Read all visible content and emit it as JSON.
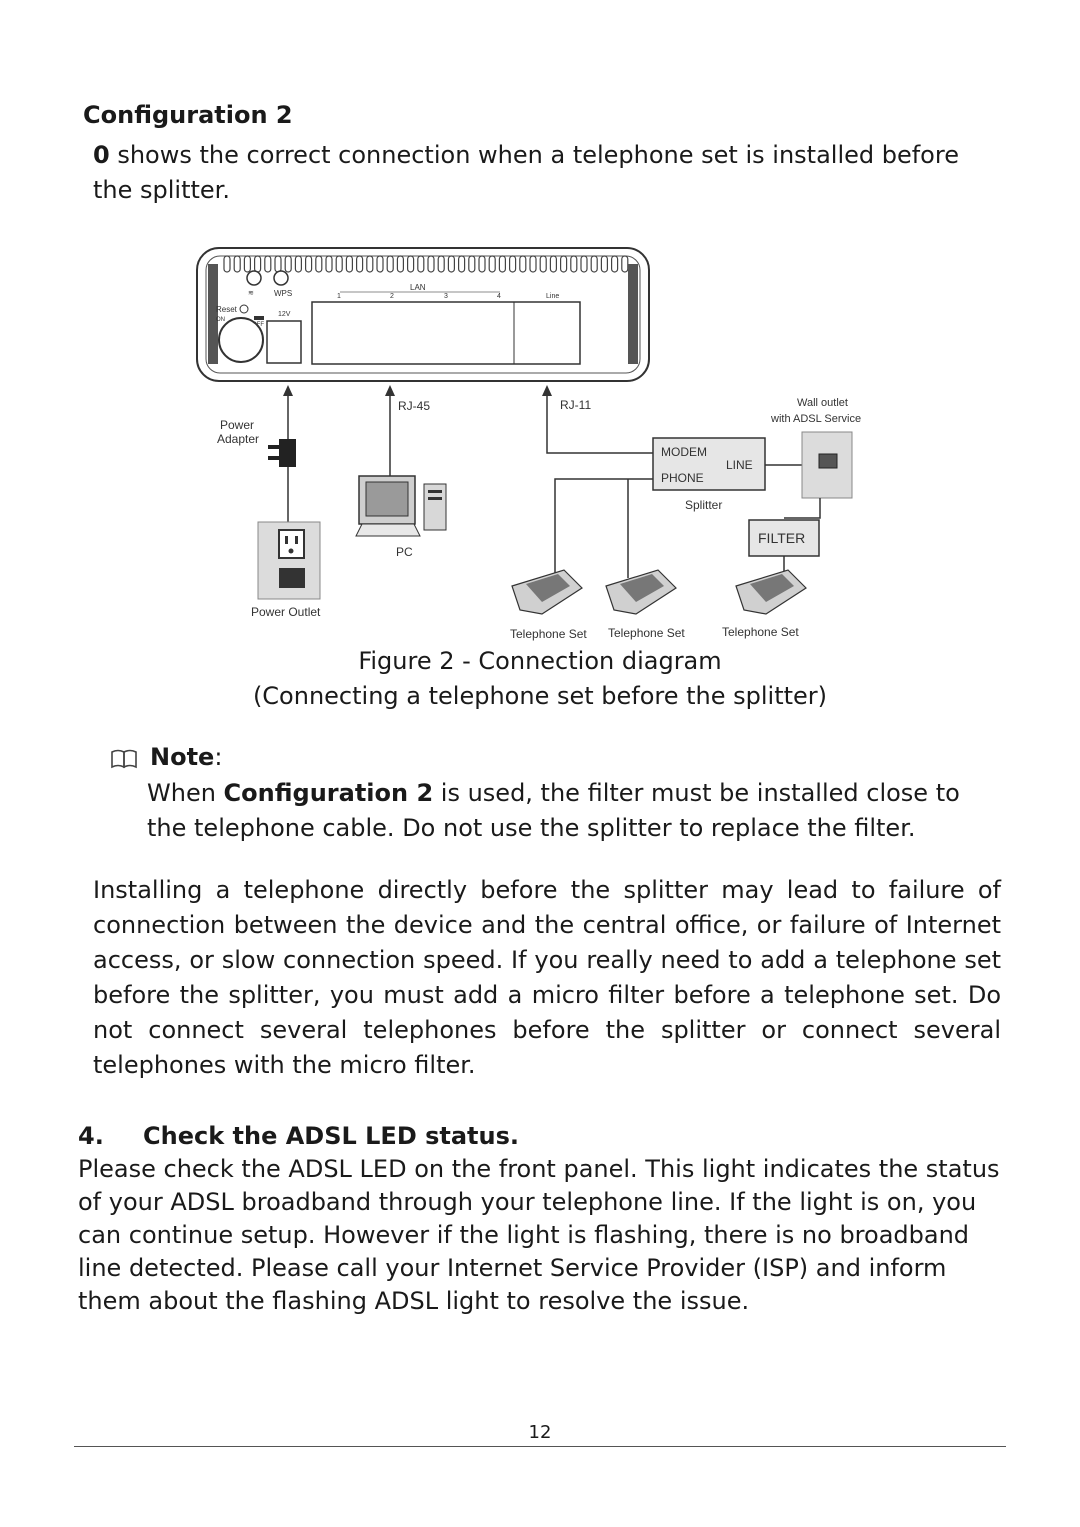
{
  "section": {
    "title": "Configuration 2",
    "intro_ref": "0",
    "intro_text": " shows the correct connection when a telephone set is installed before the splitter."
  },
  "diagram": {
    "router_labels": {
      "reset": "Reset",
      "on": "ON",
      "off": "OFF",
      "wps": "WPS",
      "power_12v": "12V",
      "lan": "LAN",
      "lan_ports": [
        "1",
        "2",
        "3",
        "4"
      ],
      "line": "Line"
    },
    "power_adapter": "Power Adapter",
    "power_adapter_lines": [
      "Power",
      "Adapter"
    ],
    "rj45": "RJ-45",
    "rj11": "RJ-11",
    "wall_outlet_lines": [
      "Wall outlet",
      "with ADSL Service"
    ],
    "splitter_modem": "MODEM",
    "splitter_phone": "PHONE",
    "splitter_line": "LINE",
    "splitter": "Splitter",
    "filter": "FILTER",
    "pc": "PC",
    "power_outlet": "Power Outlet",
    "telephone_sets": [
      "Telephone Set",
      "Telephone Set",
      "Telephone Set"
    ]
  },
  "figure": {
    "caption": "Figure 2 - Connection diagram",
    "subcaption": "(Connecting a telephone set before the splitter)"
  },
  "note": {
    "label": "Note",
    "colon": ":",
    "text_before": "When ",
    "text_bold": "Configuration 2",
    "text_after": " is used, the filter must be installed close to the telephone cable. Do not use the splitter to replace the filter."
  },
  "paragraph": "Installing a telephone directly before the splitter may lead to failure of connection between the device and the central office, or failure of Internet access, or slow connection speed. If you really need to add a telephone set before the splitter, you must add a micro filter before a telephone set. Do not connect several telephones before the splitter or connect several telephones with the micro filter.",
  "step": {
    "number": "4.",
    "title": "Check the ADSL LED status.",
    "text": "Please check the ADSL LED on the front panel. This light indicates the status of your ADSL broadband through your telephone line. If the light is on, you can continue setup. However if the light is flashing, there is no broadband line detected. Please call your Internet Service Provider (ISP) and inform them about the flashing ADSL light to resolve the issue."
  },
  "footer": {
    "page_number": "12"
  }
}
